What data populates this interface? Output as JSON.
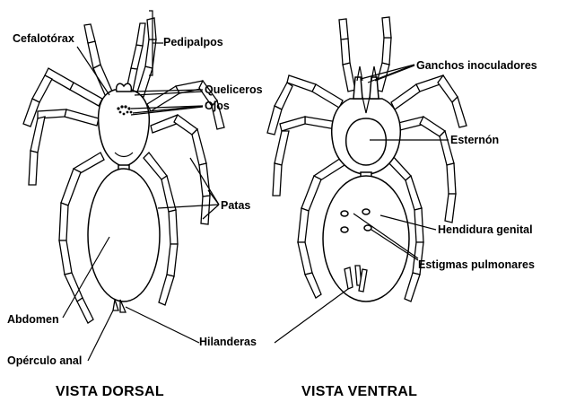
{
  "labels": {
    "cefalotorax": "Cefalotórax",
    "pedipalpos": "Pedipalpos",
    "queliceros": "Queliceros",
    "ojos": "Ojos",
    "patas": "Patas",
    "abdomen": "Abdomen",
    "operculo": "Opérculo anal",
    "hilanderas": "Hilanderas",
    "ganchos": "Ganchos inoculadores",
    "esternon": "Esternón",
    "hendidura": "Hendidura genital",
    "estigmas": "Estigmas pulmonares"
  },
  "views": {
    "dorsal": "VISTA DORSAL",
    "ventral": "VISTA VENTRAL"
  },
  "colors": {
    "line": "#000000",
    "fill": "#ffffff",
    "background": "#ffffff"
  }
}
